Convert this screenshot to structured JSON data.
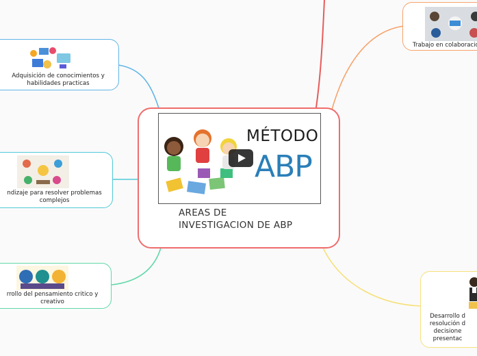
{
  "central": {
    "title": "AREAS DE INVESTIGACION DE ABP",
    "video": {
      "heading": "MÉTODO",
      "acronym": "ABP",
      "play_icon": "play-icon"
    }
  },
  "branches": [
    {
      "id": "adquisicion",
      "label": "Adquisición de conocimientos y habilidades practicas",
      "color": "#5fb5e8",
      "icon": "learning-icons"
    },
    {
      "id": "aprendizaje",
      "label": "ndizaje para resolver problemas complejos",
      "color": "#4ec9d6",
      "icon": "collaboration-image"
    },
    {
      "id": "pensamiento",
      "label": "rrollo del pensamiento critico y creativo",
      "color": "#5ed8a8",
      "icon": "thinking-heads-image"
    },
    {
      "id": "trabajo",
      "label": "Trabajo en colaboració",
      "color": "#f7a26b",
      "icon": "teamwork-photo"
    },
    {
      "id": "desarrollo",
      "label": "Desarrollo d resolución d decisione presentac",
      "color": "#f6e07a",
      "icon": "presenter-image"
    }
  ],
  "colors": {
    "central_border": "#ef6b6b",
    "top_branch": "#e85a5a",
    "background": "#fafafa"
  }
}
